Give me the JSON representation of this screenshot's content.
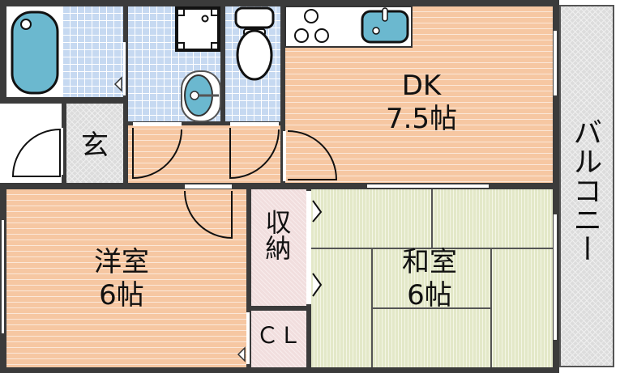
{
  "floor_plan": {
    "rooms": {
      "dk": {
        "name": "DK",
        "size": "7.5帖"
      },
      "western_room": {
        "name": "洋室",
        "size": "6帖"
      },
      "japanese_room": {
        "name": "和室",
        "size": "6帖"
      },
      "storage": {
        "name": "収納"
      },
      "closet": {
        "name": "ＣＬ"
      },
      "entrance": {
        "name": "玄"
      },
      "balcony": {
        "name": "バルコニー"
      }
    },
    "fixtures": [
      "bathtub-icon",
      "washing-machine-icon",
      "toilet-icon",
      "wash-basin-icon",
      "gas-stove-icon",
      "kitchen-sink-icon"
    ],
    "colors": {
      "wall": "#3b3b3b",
      "wood_floor": "#f6c7a2",
      "tile_floor": "#c6d9f1",
      "tatami": "#e3e8c8",
      "balcony": "#dcdcdc",
      "storage": "#f1dede",
      "fixture_blue": "#6bb8cf"
    }
  }
}
